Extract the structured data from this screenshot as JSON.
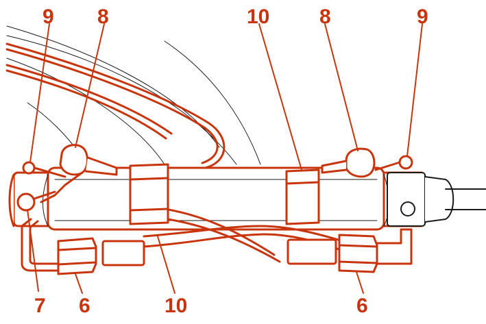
{
  "diagram": {
    "accent_color": "#c8340c",
    "line_color": "#1a1a1a",
    "fill_color": "#ffffff",
    "callouts": [
      {
        "id": "label-9-left",
        "text": "9"
      },
      {
        "id": "label-8-left",
        "text": "8"
      },
      {
        "id": "label-10-top",
        "text": "10"
      },
      {
        "id": "label-8-right",
        "text": "8"
      },
      {
        "id": "label-9-right",
        "text": "9"
      },
      {
        "id": "label-7",
        "text": "7"
      },
      {
        "id": "label-6-left",
        "text": "6"
      },
      {
        "id": "label-10-bottom",
        "text": "10"
      },
      {
        "id": "label-6-right",
        "text": "6"
      }
    ]
  }
}
